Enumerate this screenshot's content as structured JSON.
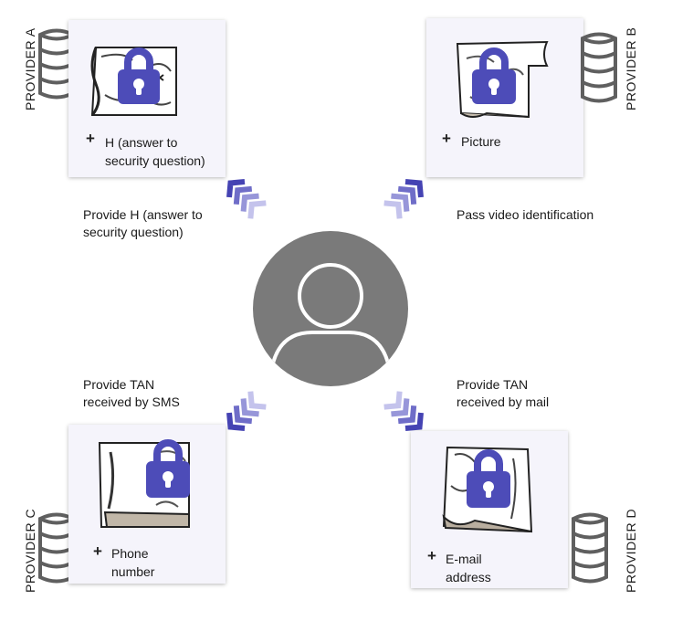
{
  "colors": {
    "lock": "#4d4cb8",
    "chevron_dark": "#4543b3",
    "chevron_light": "#bdbce9",
    "avatar": "#7a7a7a",
    "card_bg": "#f5f4fb",
    "db_stroke": "#5f5f5f"
  },
  "icons": {
    "lock": "padlock-icon",
    "database": "database-icon",
    "map": "treasure-map-icon",
    "user": "user-avatar-icon",
    "arrow": "chevron-arrow-icon"
  },
  "providers": {
    "a": "PROVIDER A",
    "b": "PROVIDER B",
    "c": "PROVIDER C",
    "d": "PROVIDER D"
  },
  "cards": {
    "a": {
      "plus": "+",
      "line1": "H (answer to",
      "line2": "security question)"
    },
    "b": {
      "plus": "+",
      "line1": "Picture",
      "line2": ""
    },
    "c": {
      "plus": "+",
      "line1": "Phone",
      "line2": "number"
    },
    "d": {
      "plus": "+",
      "line1": "E-mail",
      "line2": "address"
    }
  },
  "notes": {
    "a": {
      "line1": "Provide H (answer to",
      "line2": "security question)"
    },
    "b": {
      "line1": "Pass video identification",
      "line2": ""
    },
    "c": {
      "line1": "Provide TAN",
      "line2": "received by SMS"
    },
    "d": {
      "line1": "Provide TAN",
      "line2": "received by mail"
    }
  }
}
